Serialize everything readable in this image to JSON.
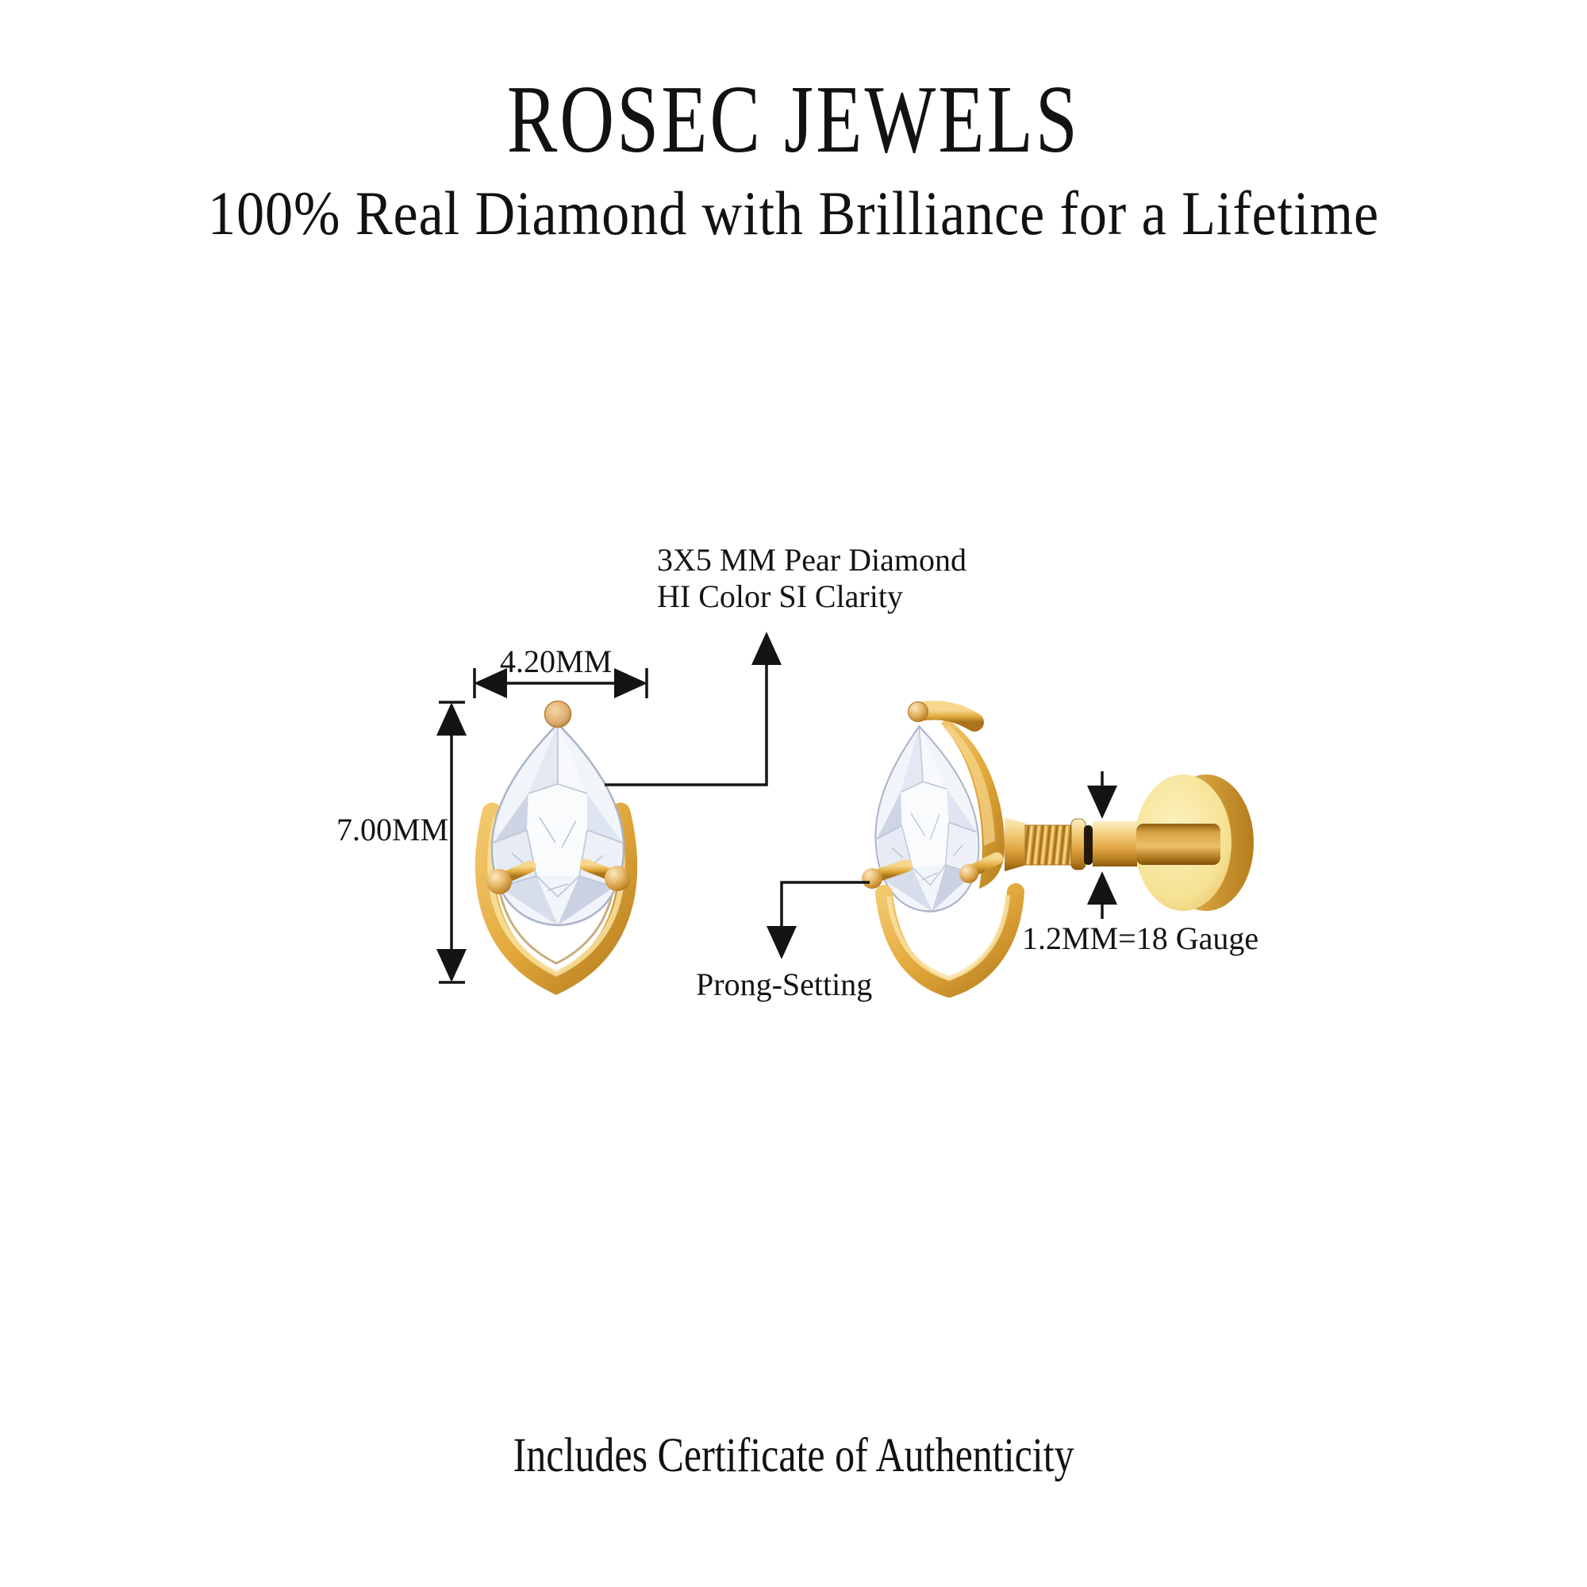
{
  "brand": {
    "title": "ROSEC JEWELS",
    "tagline": "100% Real Diamond with Brilliance for a Lifetime"
  },
  "annotations": {
    "diamond_spec_line1": "3X5 MM Pear Diamond",
    "diamond_spec_line2": "HI Color SI Clarity",
    "width_dimension": "4.20MM",
    "height_dimension": "7.00MM",
    "prong_setting": "Prong-Setting",
    "post_gauge": "1.2MM=18 Gauge"
  },
  "footer": {
    "note": "Includes Certificate of Authenticity"
  },
  "illustration": {
    "views": [
      "front-stud-view",
      "side-post-view"
    ],
    "colors": {
      "gold": "#E2A83C",
      "gold_light": "#F8E79E",
      "gold_dark": "#A9751B",
      "diamond_fill": "#EFF2F8",
      "diamond_edge": "#AAB3C5",
      "ink": "#141414",
      "background": "#FFFFFF"
    }
  }
}
